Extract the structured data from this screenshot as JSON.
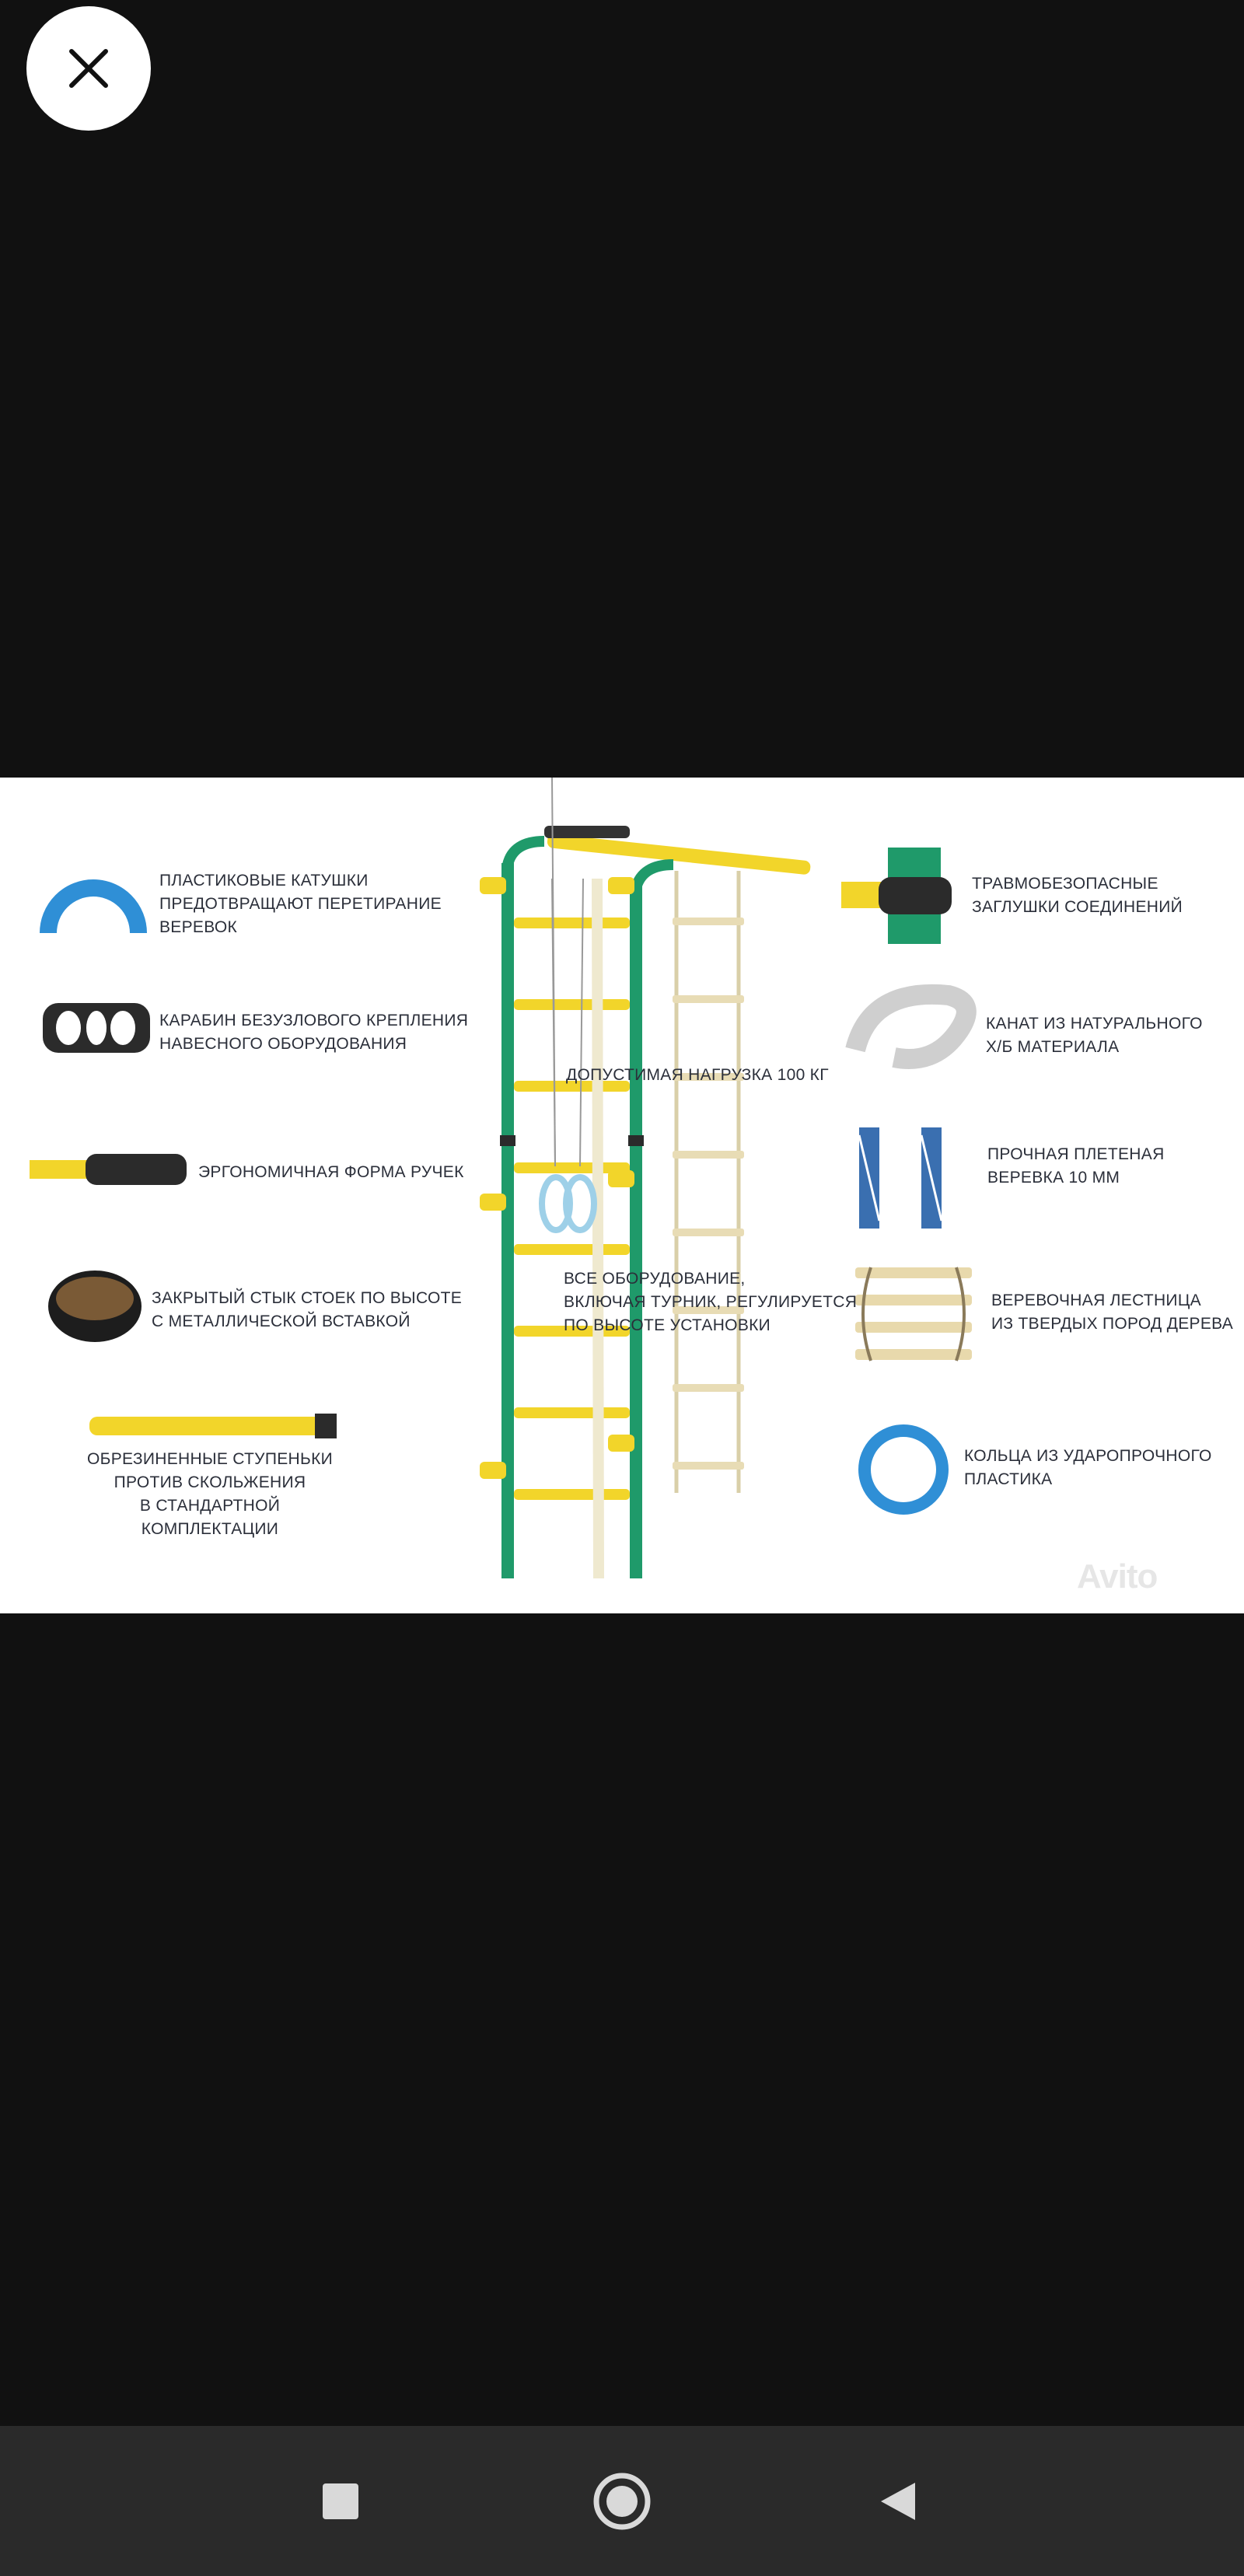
{
  "viewer": {
    "close_label": "close",
    "watermark": "Avito"
  },
  "captions": {
    "left": [
      "ПЛАСТИКОВЫЕ КАТУШКИ\nПРЕДОТВРАЩАЮТ ПЕРЕТИРАНИЕ\nВЕРЕВОК",
      "КАРАБИН БЕЗУЗЛОВОГО КРЕПЛЕНИЯ\nНАВЕСНОГО ОБОРУДОВАНИЯ",
      "ЭРГОНОМИЧНАЯ ФОРМА РУЧЕК",
      "ЗАКРЫТЫЙ СТЫК СТОЕК ПО ВЫСОТЕ\nС МЕТАЛЛИЧЕСКОЙ ВСТАВКОЙ",
      "ОБРЕЗИНЕННЫЕ СТУПЕНЬКИ\nПРОТИВ СКОЛЬЖЕНИЯ\nВ СТАНДАРТНОЙ КОМПЛЕКТАЦИИ"
    ],
    "center": [
      "ДОПУСТИМАЯ НАГРУЗКА 100 кг",
      "ВСЕ ОБОРУДОВАНИЕ,\nВКЛЮЧАЯ ТУРНИК, РЕГУЛИРУЕТСЯ\nПО ВЫСОТЕ УСТАНОВКИ"
    ],
    "right": [
      "ТРАВМОБЕЗОПАСНЫЕ\nЗАГЛУШКИ СОЕДИНЕНИЙ",
      "КАНАТ ИЗ НАТУРАЛЬНОГО\nХ/Б МАТЕРИАЛА",
      "ПРОЧНАЯ ПЛЕТЕНАЯ\nВЕРЕВКА 10 мм",
      "ВЕРЕВОЧНАЯ ЛЕСТНИЦА\nИЗ ТВЕРДЫХ ПОРОД ДЕРЕВА",
      "КОЛЬЦА ИЗ УДАРОПРОЧНОГО\nПЛАСТИКА"
    ]
  },
  "navbar": {
    "recents": "recents",
    "home": "home",
    "back": "back"
  },
  "colors": {
    "background": "#111111",
    "frame_green": "#1f9a6a",
    "rung_yellow": "#f2d52a",
    "coil_blue": "#2f8fd6",
    "navbar": "#2a2a2a"
  }
}
